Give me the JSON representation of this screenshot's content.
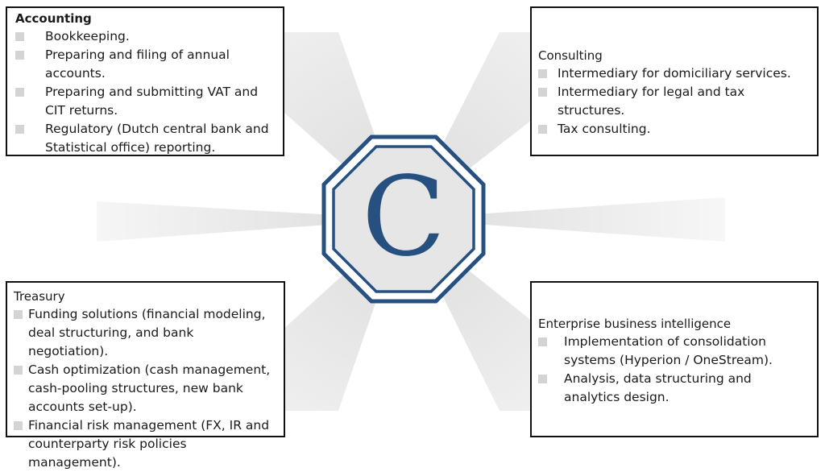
{
  "accounting": {
    "title": "Accounting",
    "items": [
      "Bookkeeping.",
      "Preparing and filing of annual accounts.",
      "Preparing and submitting VAT and CIT returns.",
      "Regulatory (Dutch central bank and Statistical office) reporting."
    ]
  },
  "consulting": {
    "title": "Consulting",
    "items": [
      "Intermediary for domiciliary services.",
      "Intermediary for legal and tax structures.",
      "Tax consulting."
    ]
  },
  "treasury": {
    "title": "Treasury",
    "items": [
      "Funding solutions (financial modeling, deal structuring, and bank negotiation).",
      "Cash optimization (cash management, cash-pooling structures, new bank accounts set-up).",
      "Financial risk management (FX, IR and counterparty risk policies management)."
    ]
  },
  "ebi": {
    "title": "Enterprise business intelligence",
    "items": [
      "Implementation of consolidation systems (Hyperion / OneStream).",
      "Analysis, data structuring and analytics design."
    ]
  },
  "logo": {
    "letter": "C",
    "color": "#25507f"
  }
}
